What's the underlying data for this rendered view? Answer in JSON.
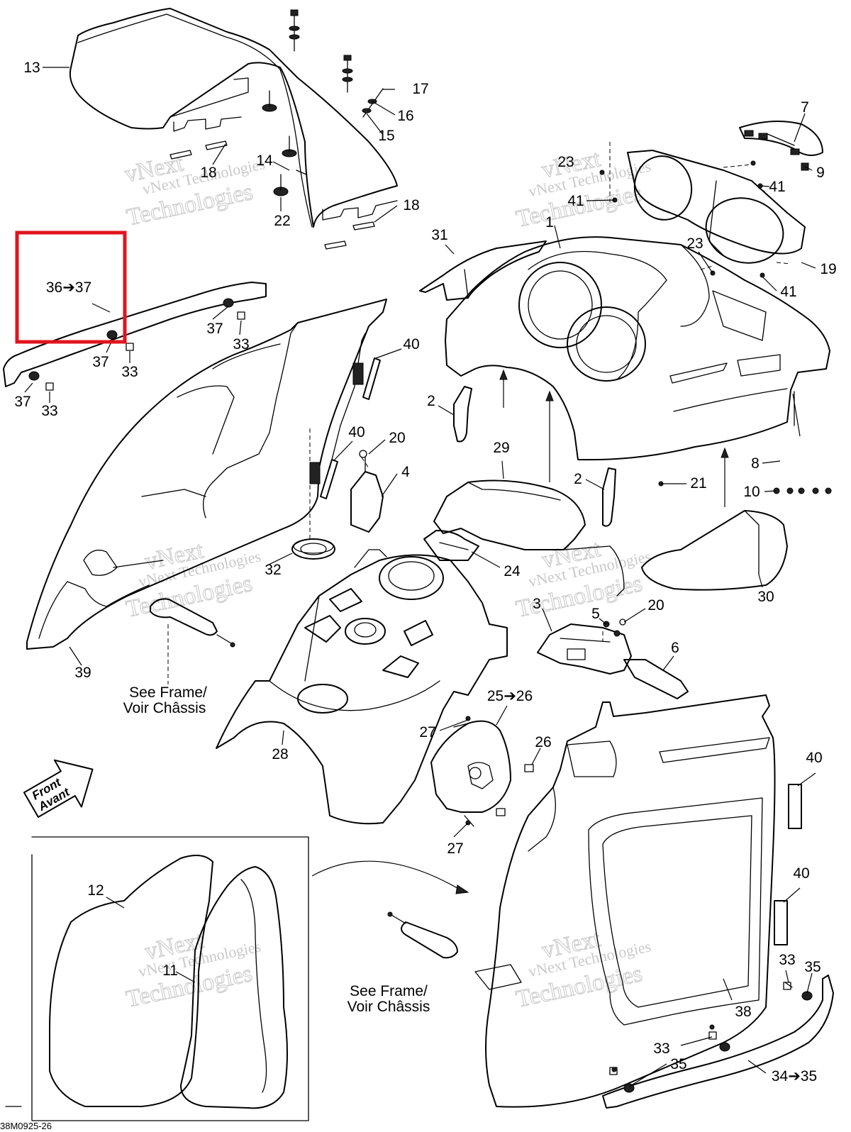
{
  "diagram": {
    "callouts": [
      {
        "id": "c1",
        "text": "1"
      },
      {
        "id": "c2a",
        "text": "2"
      },
      {
        "id": "c2b",
        "text": "2"
      },
      {
        "id": "c3",
        "text": "3"
      },
      {
        "id": "c4",
        "text": "4"
      },
      {
        "id": "c5",
        "text": "5"
      },
      {
        "id": "c6",
        "text": "6"
      },
      {
        "id": "c7",
        "text": "7"
      },
      {
        "id": "c8",
        "text": "8"
      },
      {
        "id": "c9",
        "text": "9"
      },
      {
        "id": "c10",
        "text": "10"
      },
      {
        "id": "c11",
        "text": "11"
      },
      {
        "id": "c12",
        "text": "12"
      },
      {
        "id": "c13",
        "text": "13"
      },
      {
        "id": "c14",
        "text": "14"
      },
      {
        "id": "c15",
        "text": "15"
      },
      {
        "id": "c16",
        "text": "16"
      },
      {
        "id": "c17",
        "text": "17"
      },
      {
        "id": "c18a",
        "text": "18"
      },
      {
        "id": "c18b",
        "text": "18"
      },
      {
        "id": "c19",
        "text": "19"
      },
      {
        "id": "c20a",
        "text": "20"
      },
      {
        "id": "c20b",
        "text": "20"
      },
      {
        "id": "c21",
        "text": "21"
      },
      {
        "id": "c22",
        "text": "22"
      },
      {
        "id": "c23a",
        "text": "23"
      },
      {
        "id": "c23b",
        "text": "23"
      },
      {
        "id": "c24",
        "text": "24"
      },
      {
        "id": "c25",
        "text": "25➔26"
      },
      {
        "id": "c26",
        "text": "26"
      },
      {
        "id": "c27a",
        "text": "27"
      },
      {
        "id": "c27b",
        "text": "27"
      },
      {
        "id": "c28",
        "text": "28"
      },
      {
        "id": "c29",
        "text": "29"
      },
      {
        "id": "c30",
        "text": "30"
      },
      {
        "id": "c31",
        "text": "31"
      },
      {
        "id": "c32",
        "text": "32"
      },
      {
        "id": "c33a",
        "text": "33"
      },
      {
        "id": "c33b",
        "text": "33"
      },
      {
        "id": "c33c",
        "text": "33"
      },
      {
        "id": "c33d",
        "text": "33"
      },
      {
        "id": "c33e",
        "text": "33"
      },
      {
        "id": "c34",
        "text": "34➔35"
      },
      {
        "id": "c35a",
        "text": "35"
      },
      {
        "id": "c35b",
        "text": "35"
      },
      {
        "id": "c36",
        "text": "36➔37"
      },
      {
        "id": "c37a",
        "text": "37"
      },
      {
        "id": "c37b",
        "text": "37"
      },
      {
        "id": "c37c",
        "text": "37"
      },
      {
        "id": "c38",
        "text": "38"
      },
      {
        "id": "c39",
        "text": "39"
      },
      {
        "id": "c40a",
        "text": "40"
      },
      {
        "id": "c40b",
        "text": "40"
      },
      {
        "id": "c40c",
        "text": "40"
      },
      {
        "id": "c40d",
        "text": "40"
      },
      {
        "id": "c41a",
        "text": "41"
      },
      {
        "id": "c41b",
        "text": "41"
      },
      {
        "id": "c41c",
        "text": "41"
      }
    ],
    "notes": {
      "frame_en_1": "See Frame/",
      "frame_fr_1": "Voir Châssis",
      "frame_en_2": "See Frame/",
      "frame_fr_2": "Voir Châssis"
    },
    "front_arrow": {
      "line1": "Front",
      "line2": "Avant"
    },
    "watermark": {
      "line1": "vNext Technologies",
      "line2": "Technologies",
      "line3": "vNext"
    },
    "drawing_code": "38M0925-26",
    "highlight_color": "#e0141e"
  }
}
